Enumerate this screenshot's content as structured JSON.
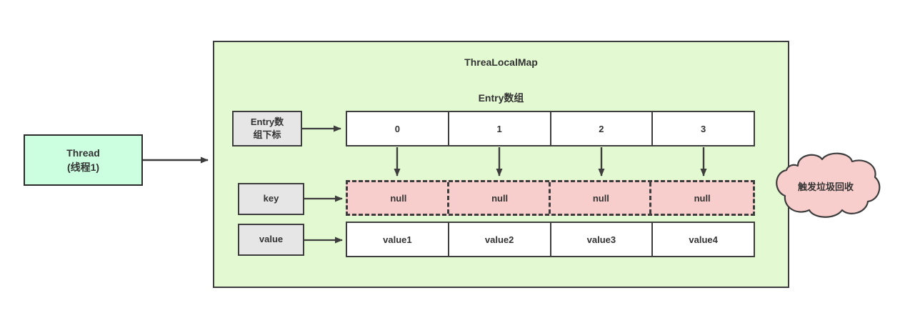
{
  "diagram": {
    "thread": {
      "name": "Thread",
      "chinese": "(线程1)"
    },
    "container": {
      "title": "ThreaLocalMap",
      "subtitle": "Entry数组"
    },
    "labels": {
      "index": {
        "line1": "Entry数",
        "line2": "组下标"
      },
      "key": "key",
      "value": "value"
    },
    "table": {
      "index_row": [
        "0",
        "1",
        "2",
        "3"
      ],
      "key_row": [
        "null",
        "null",
        "null",
        "null"
      ],
      "value_row": [
        "value1",
        "value2",
        "value3",
        "value4"
      ]
    },
    "cloud": {
      "text": "触发垃圾回收"
    },
    "colors": {
      "thread_fill": "#ccffe0",
      "container_fill": "#e3f9d1",
      "label_fill": "#e6e6e6",
      "key_row_fill": "#f8cecc",
      "cloud_fill": "#f8cecc",
      "stroke": "#3d3d3d",
      "cell_fill": "#ffffff"
    }
  }
}
